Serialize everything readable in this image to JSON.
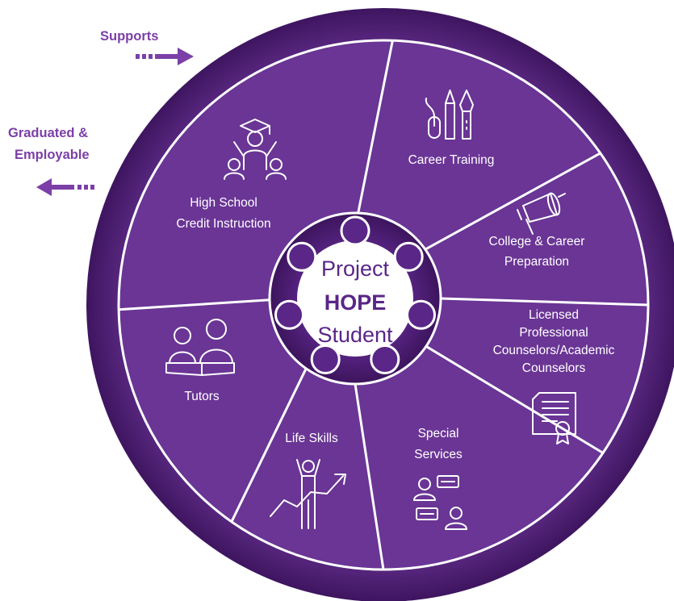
{
  "side_labels": {
    "supports": "Supports",
    "graduated_line1": "Graduated &",
    "graduated_line2": "Employable"
  },
  "center": {
    "line1": "Project",
    "line2": "HOPE",
    "line3": "Student"
  },
  "segments": [
    {
      "id": "career-training",
      "lines": [
        "Career Training"
      ],
      "icon": "tools-icon"
    },
    {
      "id": "college-career-prep",
      "lines": [
        "College & Career",
        "Preparation"
      ],
      "icon": "megaphone-icon"
    },
    {
      "id": "counselors",
      "lines": [
        "Licensed",
        "Professional",
        "Counselors/Academic",
        "Counselors"
      ],
      "icon": "certificate-icon"
    },
    {
      "id": "special-services",
      "lines": [
        "Special",
        "Services"
      ],
      "icon": "chat-people-icon"
    },
    {
      "id": "life-skills",
      "lines": [
        "Life Skills"
      ],
      "icon": "growth-person-icon"
    },
    {
      "id": "tutors",
      "lines": [
        "Tutors"
      ],
      "icon": "reading-people-icon"
    },
    {
      "id": "high-school-credit",
      "lines": [
        "High School",
        "Credit Instruction"
      ],
      "icon": "graduate-icon"
    }
  ],
  "colors": {
    "ring_outer": "#4a1c6c",
    "segment_fill": "#6a3595",
    "segment_divider": "#ffffff",
    "center_fill": "#ffffff",
    "center_text": "#5a2687",
    "accent": "#7b3fa7"
  }
}
